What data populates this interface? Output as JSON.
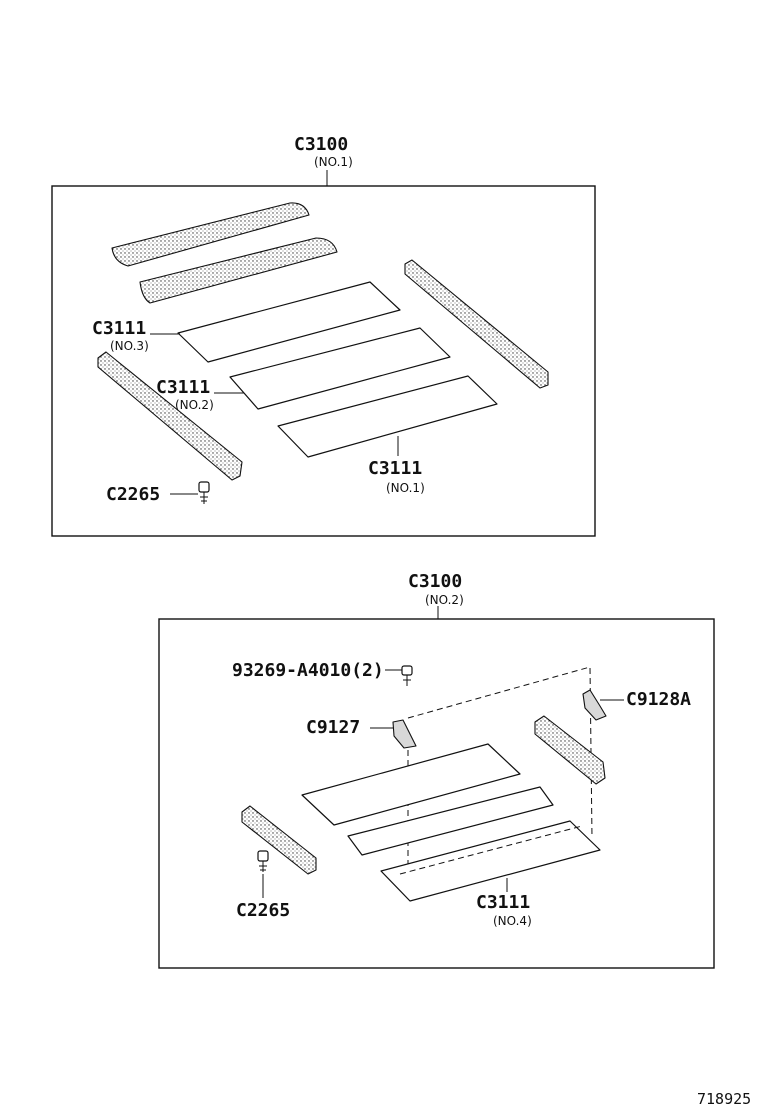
{
  "diagram_id": "718925",
  "assemblies": [
    {
      "code": "C3100",
      "sub": "(NO.1)",
      "labels": [
        {
          "code": "C3111",
          "sub": "(NO.3)"
        },
        {
          "code": "C3111",
          "sub": "(NO.2)"
        },
        {
          "code": "C3111",
          "sub": "(NO.1)"
        },
        {
          "code": "C2265",
          "sub": ""
        }
      ]
    },
    {
      "code": "C3100",
      "sub": "(NO.2)",
      "labels": [
        {
          "code": "93269-A4010(2)",
          "sub": ""
        },
        {
          "code": "C9127",
          "sub": ""
        },
        {
          "code": "C9128A",
          "sub": ""
        },
        {
          "code": "C2265",
          "sub": ""
        },
        {
          "code": "C3111",
          "sub": "(NO.4)"
        }
      ]
    }
  ]
}
